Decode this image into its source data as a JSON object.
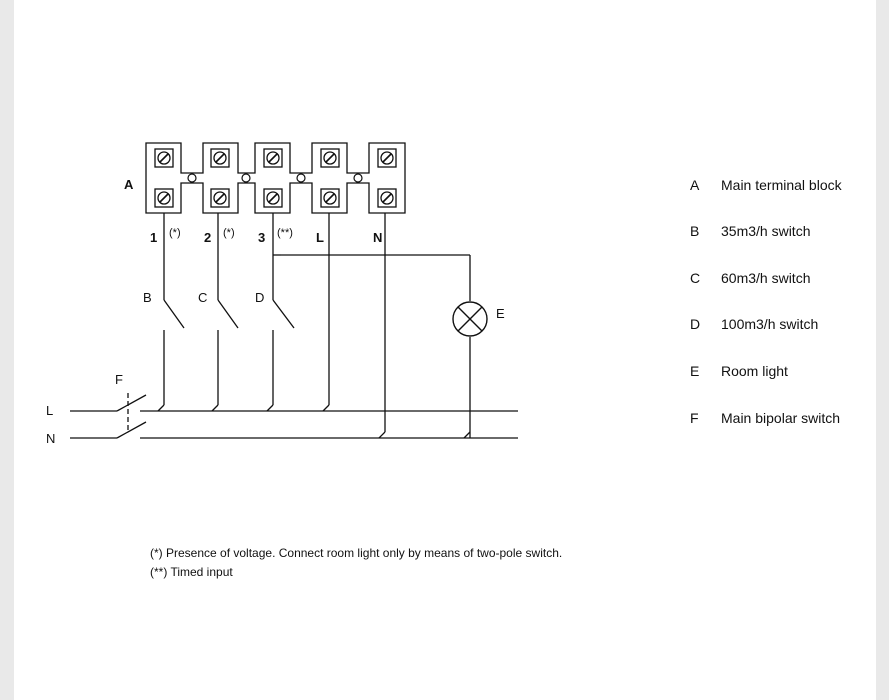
{
  "terminal_block_label": "A",
  "terminals": [
    {
      "num": "1",
      "mark": "(*)"
    },
    {
      "num": "2",
      "mark": "(*)"
    },
    {
      "num": "3",
      "mark": "(**)"
    },
    {
      "num": "L",
      "mark": ""
    },
    {
      "num": "N",
      "mark": ""
    }
  ],
  "switch_labels": [
    "B",
    "C",
    "D"
  ],
  "light_label": "E",
  "main_switch_label": "F",
  "line_labels": {
    "live": "L",
    "neutral": "N"
  },
  "legend": [
    {
      "key": "A",
      "text": "Main terminal block"
    },
    {
      "key": "B",
      "text": "35m3/h switch"
    },
    {
      "key": "C",
      "text": "60m3/h switch"
    },
    {
      "key": "D",
      "text": "100m3/h switch"
    },
    {
      "key": "E",
      "text": "Room light"
    },
    {
      "key": "F",
      "text": "Main bipolar switch"
    }
  ],
  "notes": [
    "(*) Presence of voltage. Connect room light only by means of two-pole switch.",
    "(**) Timed input"
  ]
}
